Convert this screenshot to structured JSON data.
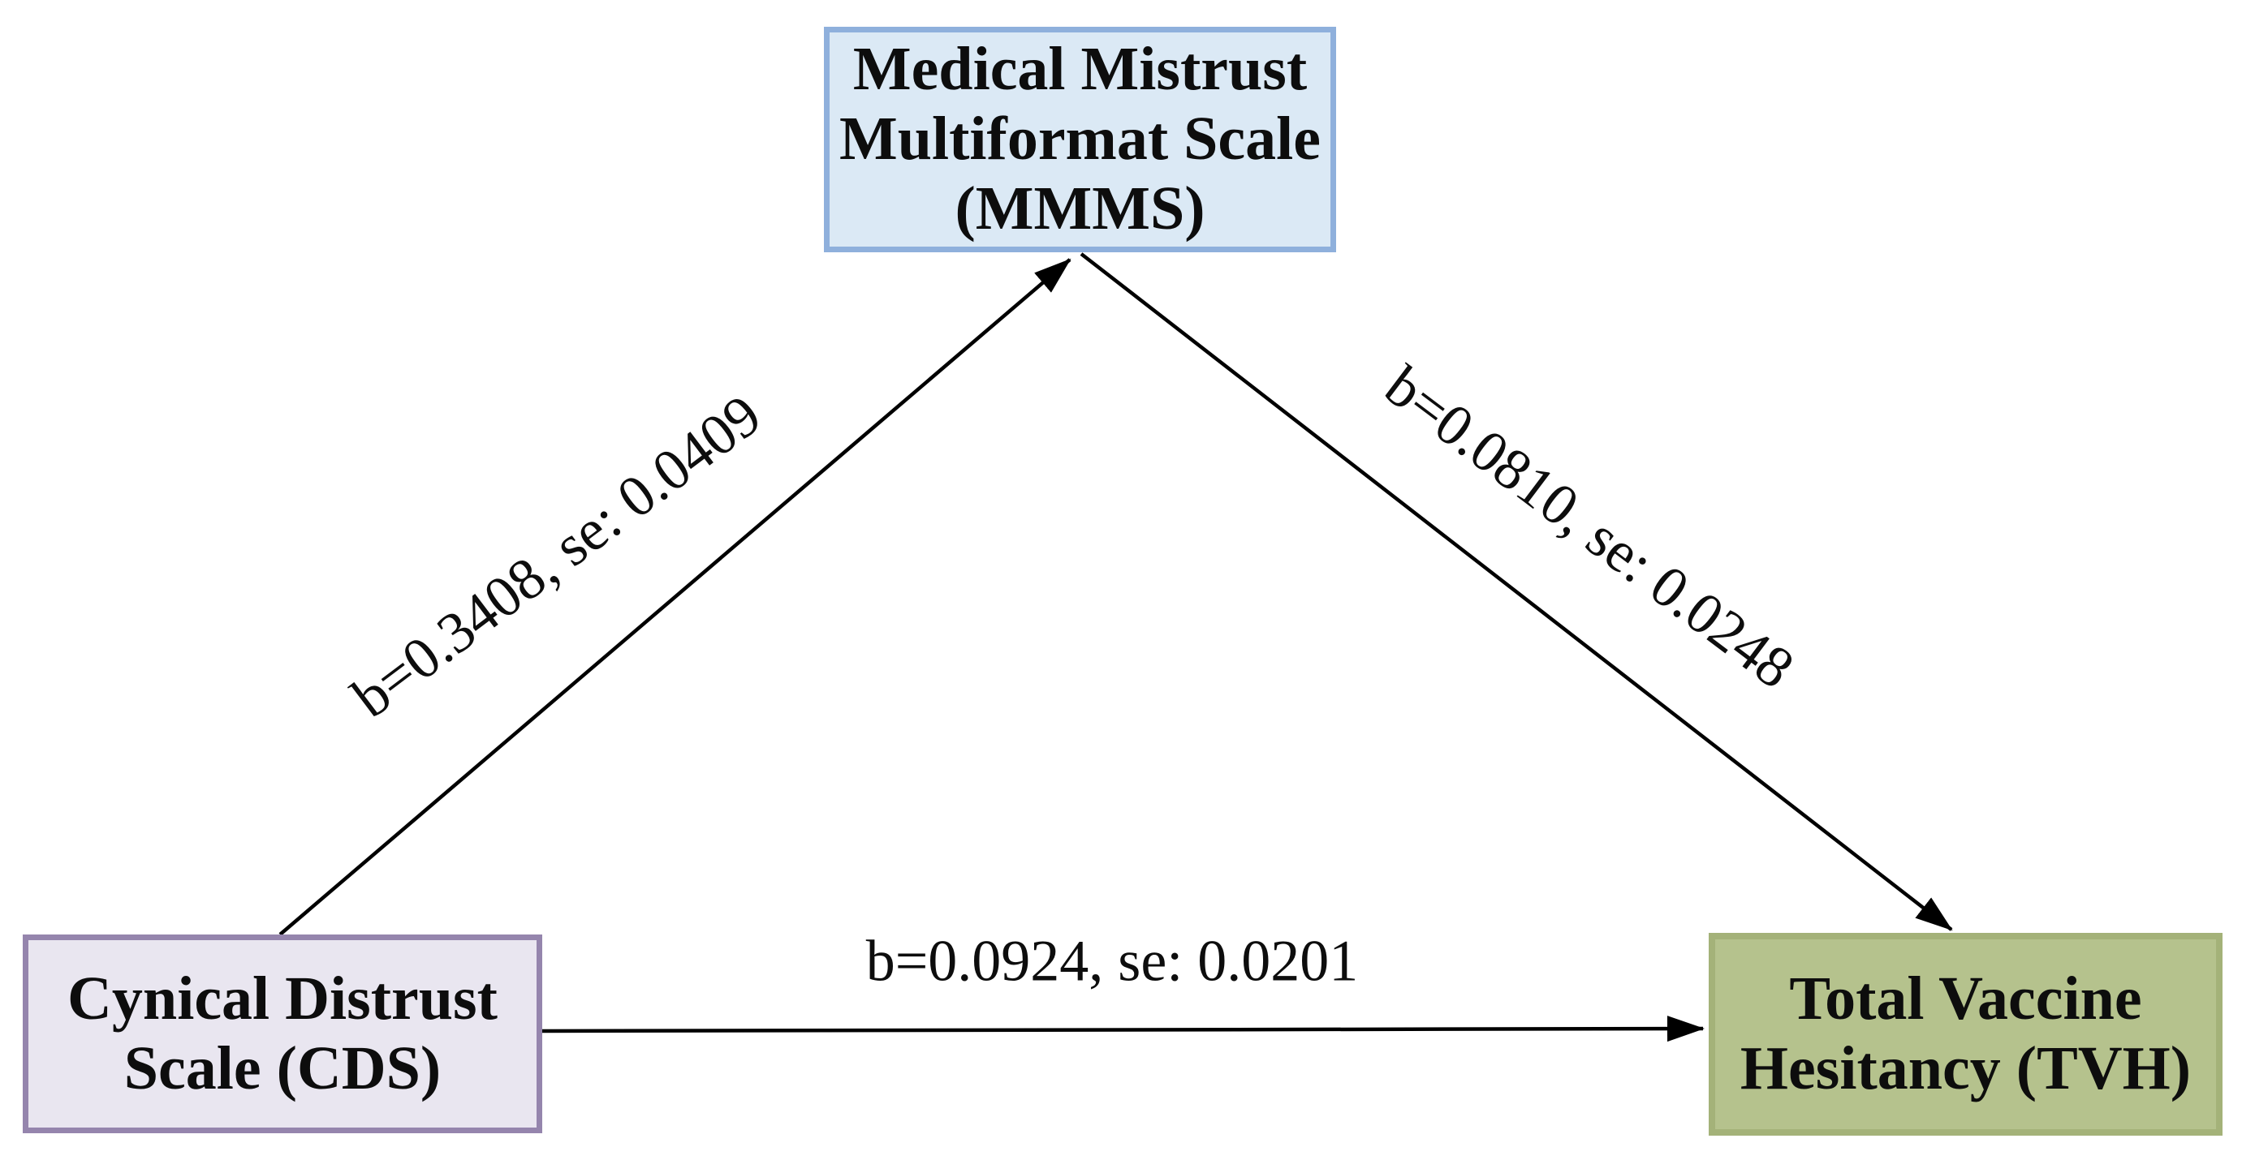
{
  "figure": {
    "type": "mediation-path-diagram",
    "background": "#ffffff",
    "line_color": "#000000",
    "text_color": "#0d0d0d",
    "nodes": {
      "mmms": {
        "lines": [
          "Medical Mistrust",
          "Multiformat Scale",
          "(MMMS)"
        ],
        "fill": "#dbe9f5",
        "border": "#8fb0dc"
      },
      "cds": {
        "lines": [
          "Cynical Distrust",
          "Scale (CDS)"
        ],
        "fill": "#e9e6f0",
        "border": "#9585ad"
      },
      "tvh": {
        "lines": [
          "Total Vaccine",
          "Hesitancy (TVH)"
        ],
        "fill": "#b5c28d",
        "border": "#a4b279"
      }
    },
    "edges": {
      "cds_to_mmms": {
        "from": "CDS",
        "to": "MMMS",
        "label": "b=0.3408, se: 0.0409"
      },
      "mmms_to_tvh": {
        "from": "MMMS",
        "to": "TVH",
        "label": "b=0.0810, se: 0.0248"
      },
      "cds_to_tvh": {
        "from": "CDS",
        "to": "TVH",
        "label": "b=0.0924, se: 0.0201"
      }
    }
  }
}
